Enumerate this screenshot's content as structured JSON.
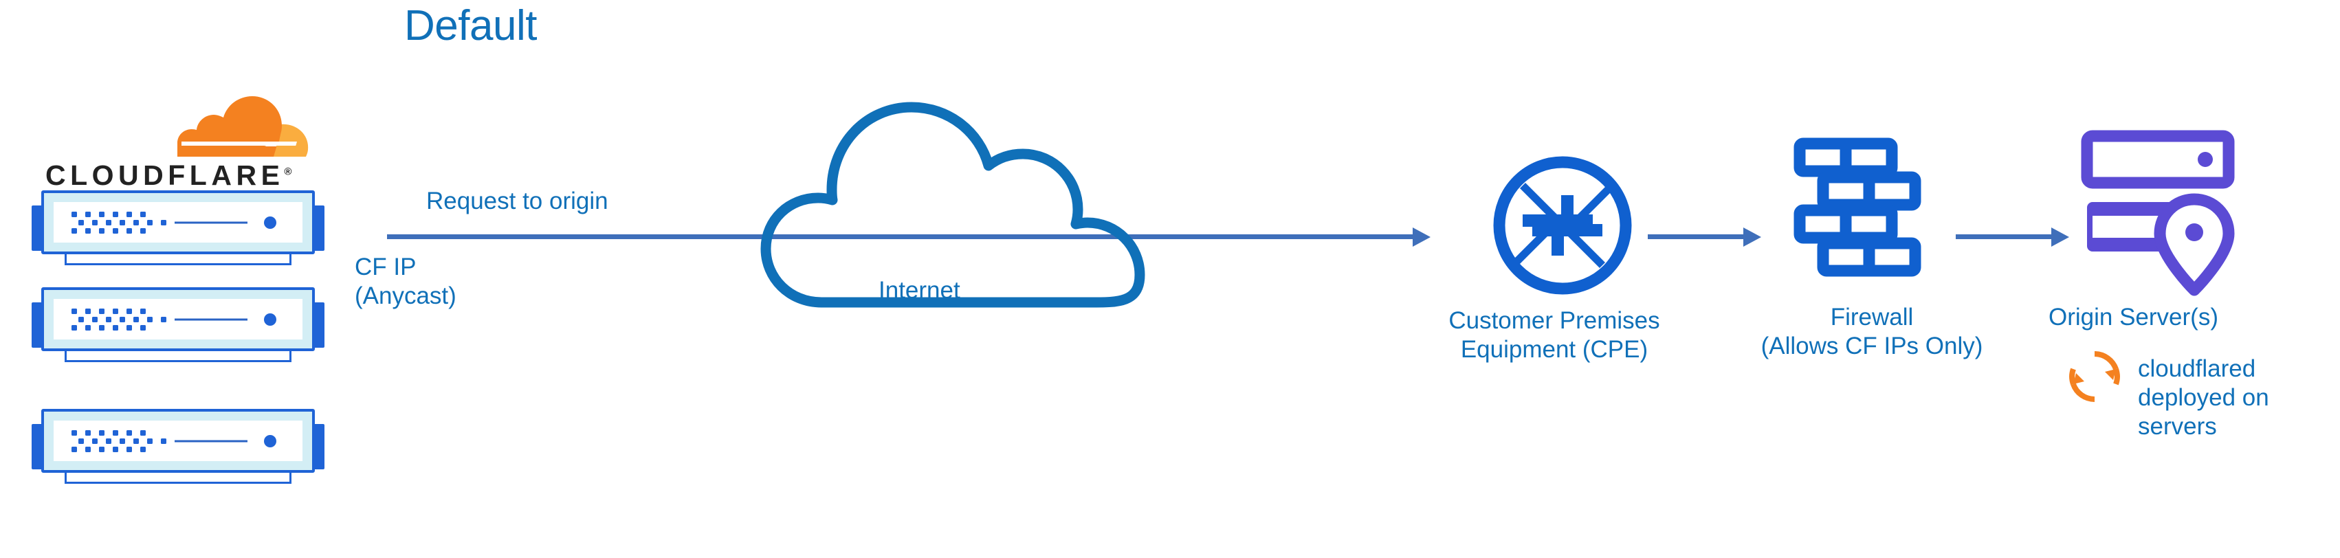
{
  "title": "Default",
  "colors": {
    "title_blue": "#1070b8",
    "label_blue": "#1070b8",
    "arrow_blue": "#3f6fba",
    "icon_blue": "#1060cf",
    "cloud_blue": "#1070b8",
    "origin_purple": "#5b4bd4",
    "cloudflare_orange": "#f48120",
    "cloudflare_orange_light": "#faad3f",
    "logo_text_black": "#222222",
    "server_body_cyan": "#d3eef5",
    "server_border_blue": "#1f63d6"
  },
  "logo": {
    "name": "cloudflare-logo",
    "wordmark": "CLOUDFLARE",
    "registered_mark": "®",
    "cloud_icon": "cloudflare-cloud-icon"
  },
  "cf_edge": {
    "device_name": "cloudflare-server-device",
    "count": 3,
    "ip_label": "CF IP\n(Anycast)"
  },
  "flow": {
    "request_label": "Request to origin",
    "arrows": [
      {
        "name": "arrow-edge-to-cpe",
        "from": "cloudflare-servers",
        "to": "customer-premises-equipment"
      },
      {
        "name": "arrow-cpe-to-firewall",
        "from": "customer-premises-equipment",
        "to": "firewall"
      },
      {
        "name": "arrow-firewall-to-origin",
        "from": "firewall",
        "to": "origin-servers"
      }
    ]
  },
  "nodes": [
    {
      "id": "internet",
      "icon": "cloud-icon",
      "label": "Internet"
    },
    {
      "id": "cpe",
      "icon": "router-icon",
      "label": "Customer Premises\nEquipment (CPE)"
    },
    {
      "id": "firewall",
      "icon": "brick-wall-icon",
      "label": "Firewall\n(Allows CF IPs Only)"
    },
    {
      "id": "origin",
      "icon": "server-location-pin-icon",
      "label": "Origin Server(s)"
    }
  ],
  "cloudflared": {
    "icon": "sync-arrows-icon",
    "label": "cloudflared\ndeployed on\nservers"
  }
}
